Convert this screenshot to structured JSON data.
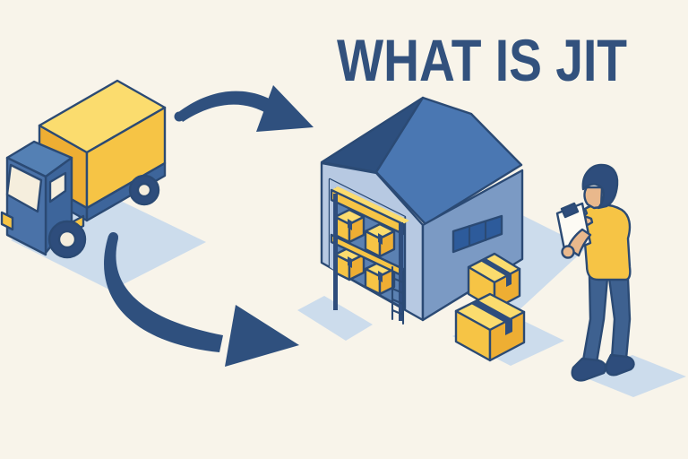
{
  "title": {
    "text": "WHAT IS JIT"
  },
  "palette": {
    "bg": "#f8f4ea",
    "outline": "#2b4a74",
    "titleNavy": "#32517d",
    "arrowNavy": "#2f507e",
    "roofBlue": "#4a77b2",
    "roofDark": "#2d4f7e",
    "wallLight": "#b7c9e2",
    "wallSlate": "#7b9ac4",
    "doorInterior": "#5b81b2",
    "windowPane": "#2d5b9b",
    "yellowPale": "#fbdc6e",
    "yellow": "#f6c445",
    "yellowDeep": "#eeae33",
    "cream": "#f5eedd",
    "cabBlue": "#4a72a8",
    "cabRoof": "#5480b4",
    "cabSide": "#3d659b",
    "chassisBlue": "#3d659b",
    "tireNavy": "#2e4d7c",
    "navyDark": "#2e4d7c",
    "skin": "#e9b88c",
    "pantsBlue": "#3e6190",
    "boardWhite": "#fdfbf4",
    "shadow": "#ccdcec"
  },
  "scene": {
    "elements": [
      "delivery-truck",
      "upper-flow-arrow",
      "lower-flow-arrow",
      "warehouse",
      "warehouse-door",
      "storage-rack-with-boxes",
      "stacked-cardboard-boxes",
      "worker-with-clipboard"
    ]
  }
}
